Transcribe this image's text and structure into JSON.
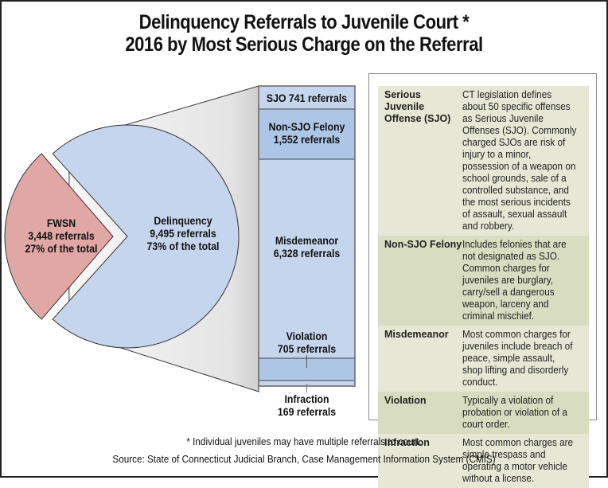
{
  "title": {
    "line1": "Delinquency Referrals to Juvenile Court *",
    "line2": "2016 by Most Serious Charge on the Referral"
  },
  "colors": {
    "delinquency": "#c6d5ee",
    "fwsn": "#e0a7a5",
    "bar_light": "#c6d5ee",
    "bar_dark": "#adc6e6",
    "connector": "#ececec",
    "legend_odd": "#e6e8d5",
    "legend_even": "#d8dcc0"
  },
  "chart_data": [
    {
      "type": "pie",
      "title": "Referrals by type",
      "slices": [
        {
          "label": "Delinquency",
          "value": 9495,
          "value_label": "9,495 referrals",
          "percent": 73,
          "percent_label": "73% of the total"
        },
        {
          "label": "FWSN",
          "value": 3448,
          "value_label": "3,448 referrals",
          "percent": 27,
          "percent_label": "27% of the total",
          "exploded": true
        }
      ]
    },
    {
      "type": "bar",
      "stacked": true,
      "title": "Delinquency breakdown by most serious charge",
      "segments": [
        {
          "label": "SJO",
          "value": 741,
          "value_label": "741 referrals"
        },
        {
          "label": "Non-SJO Felony",
          "value": 1552,
          "value_label": "1,552 referrals"
        },
        {
          "label": "Misdemeanor",
          "value": 6328,
          "value_label": "6,328 referrals"
        },
        {
          "label": "Violation",
          "value": 705,
          "value_label": "705 referrals"
        },
        {
          "label": "Infraction",
          "value": 169,
          "value_label": "169 referrals"
        }
      ]
    }
  ],
  "legend": {
    "rows": [
      {
        "term": "Serious Juvenile Offense (SJO)",
        "definition": "CT legislation defines about 50 specific offenses as Serious Juvenile Offenses (SJO). Commonly charged SJOs are risk of injury to a minor, possession of a weapon on school grounds, sale of a controlled substance, and the most serious incidents of assault, sexual assault and robbery."
      },
      {
        "term": "Non-SJO Felony",
        "definition": "Includes felonies that are not designated as SJO. Common charges for juveniles are burglary, carry/sell a dangerous weapon, larceny and criminal mischief."
      },
      {
        "term": "Misdemeanor",
        "definition": "Most common charges for juveniles include breach of peace, simple assault, shop lifting and disorderly conduct."
      },
      {
        "term": "Violation",
        "definition": "Typically a violation of probation or violation of a court order."
      },
      {
        "term": "Infraction",
        "definition": "Most common charges are simple trespass and operating a motor vehicle without a license."
      }
    ]
  },
  "footer": {
    "note": "* Individual juveniles may have multiple referrals to court.",
    "source": "Source: State of Connecticut Judicial Branch, Case Management Information System (CMIS)"
  }
}
